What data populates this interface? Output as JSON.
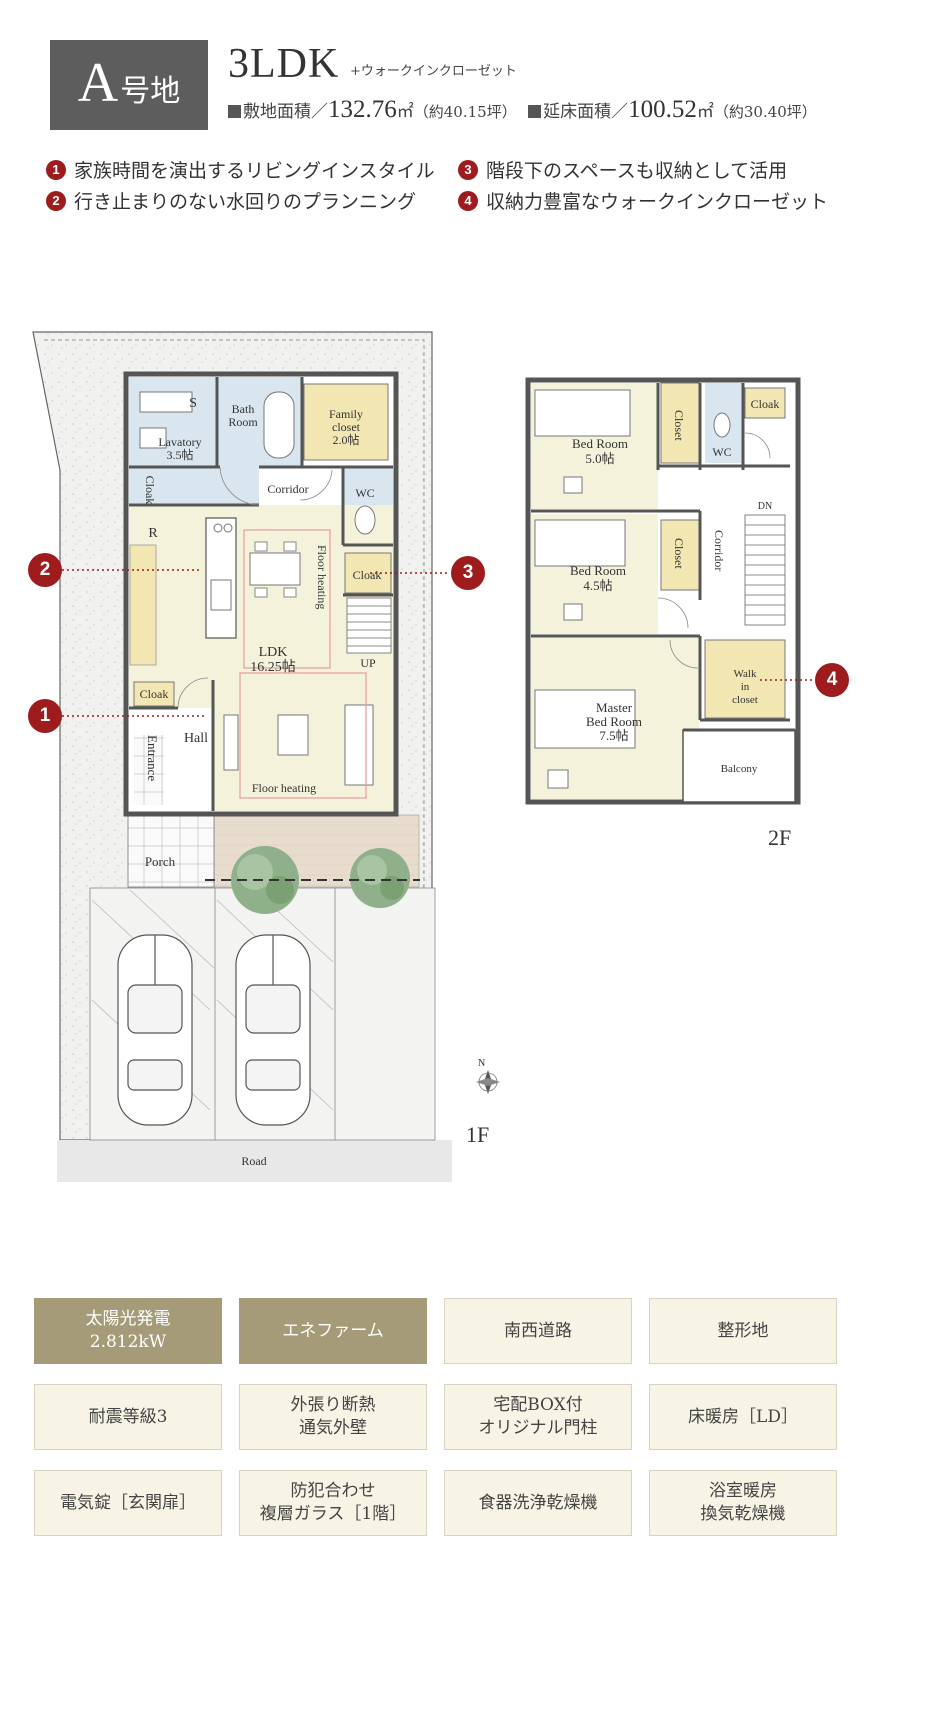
{
  "header": {
    "lot_big": "A",
    "lot_small": "号地",
    "plan_type": "3LDK",
    "plan_extra": "+ウォークインクローゼット",
    "site_label": "敷地面積／",
    "site_value": "132.76",
    "site_unit": "㎡",
    "site_tsubo": "（約40.15坪）",
    "floor_label": "延床面積／",
    "floor_value": "100.52",
    "floor_unit": "㎡",
    "floor_tsubo": "（約30.40坪）"
  },
  "points": [
    {
      "num": "1",
      "text": "家族時間を演出するリビングインスタイル"
    },
    {
      "num": "2",
      "text": "行き止まりのない水回りのプランニング"
    },
    {
      "num": "3",
      "text": "階段下のスペースも収納として活用"
    },
    {
      "num": "4",
      "text": "収納力豊富なウォークインクローゼット"
    }
  ],
  "plan1f": {
    "s": "S",
    "bath": "Bath\nRoom",
    "family": "Family\ncloset\n2.0帖",
    "lavatory": "Lavatory\n3.5帖",
    "cloak_side": "Cloak",
    "corridor": "Corridor",
    "wc": "WC",
    "r": "R",
    "floor_heating_v": "Floor heating",
    "cloak_stair": "Cloak",
    "up": "UP",
    "ldk": "LDK",
    "ldk_size": "16.25帖",
    "cloak_hall": "Cloak",
    "hall": "Hall",
    "entrance": "Entrance",
    "floor_heating": "Floor heating",
    "porch": "Porch",
    "road": "Road",
    "north": "N",
    "floor_label": "1F"
  },
  "plan2f": {
    "bed1": "Bed Room\n5.0帖",
    "closet1": "Closet",
    "wc": "WC",
    "cloak": "Cloak",
    "dn": "DN",
    "corridor": "Corridor",
    "bed2": "Bed Room\n4.5帖",
    "closet2": "Closet",
    "master": "Master\nBed Room\n7.5帖",
    "walkin": "Walk\nin\ncloset",
    "balcony": "Balcony",
    "floor_label": "2F"
  },
  "markers": [
    "1",
    "2",
    "3",
    "4"
  ],
  "features": [
    {
      "text": "太陽光発電\n2.812kW",
      "dark": true
    },
    {
      "text": "エネファーム",
      "dark": true
    },
    {
      "text": "南西道路",
      "dark": false
    },
    {
      "text": "整形地",
      "dark": false
    },
    {
      "text": "耐震等級3",
      "dark": false
    },
    {
      "text": "外張り断熱\n通気外壁",
      "dark": false
    },
    {
      "text": "宅配BOX付\nオリジナル門柱",
      "dark": false
    },
    {
      "text": "床暖房［LD］",
      "dark": false
    },
    {
      "text": "電気錠［玄関扉］",
      "dark": false
    },
    {
      "text": "防犯合わせ\n複層ガラス［1階］",
      "dark": false
    },
    {
      "text": "食器洗浄乾燥機",
      "dark": false
    },
    {
      "text": "浴室暖房\n換気乾燥機",
      "dark": false
    }
  ],
  "colors": {
    "accent": "#9e1b1e",
    "room": "#f5f2dc",
    "water": "#d9e6ef",
    "storage": "#f2e7b3",
    "feature_dark": "#a59b78"
  }
}
